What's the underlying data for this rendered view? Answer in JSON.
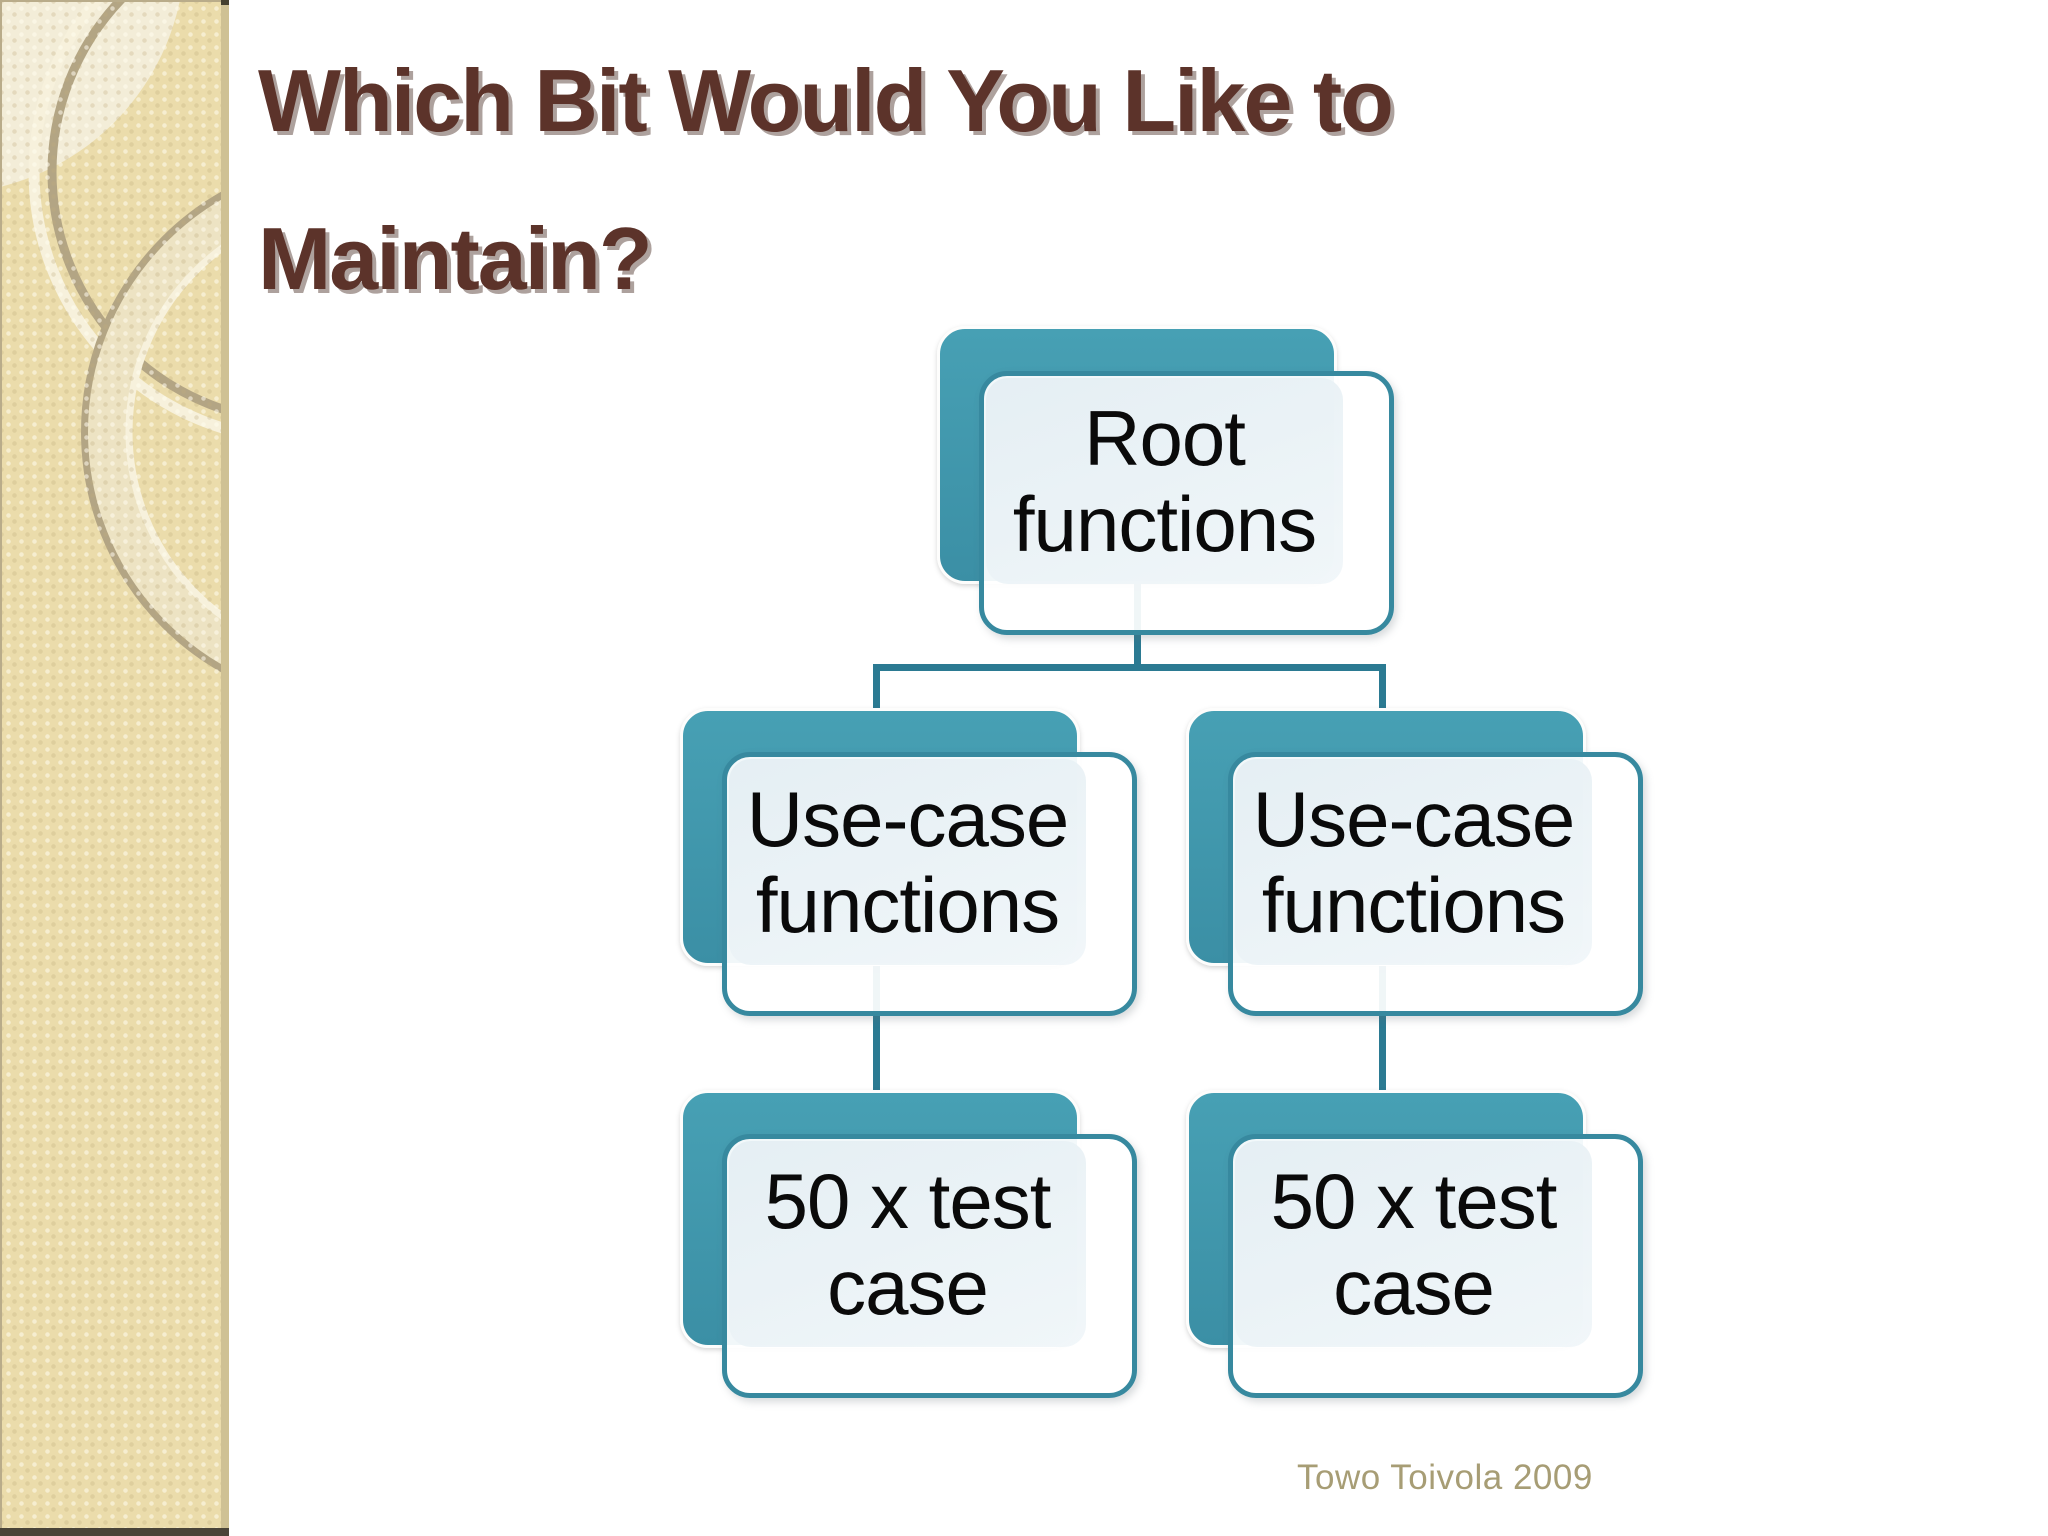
{
  "slide": {
    "title": "Which Bit Would You Like to Maintain?",
    "footer": "Towo Toivola 2009"
  },
  "diagram": {
    "type": "hierarchy",
    "nodes": {
      "root": "Root functions",
      "left_child": "Use-case functions",
      "right_child": "Use-case functions",
      "left_leaf": "50 x test case",
      "right_leaf": "50 x test case"
    },
    "edges": [
      [
        "root",
        "left_child"
      ],
      [
        "root",
        "right_child"
      ],
      [
        "left_child",
        "left_leaf"
      ],
      [
        "right_child",
        "right_leaf"
      ]
    ]
  },
  "colors": {
    "node_accent_teal": "#3E93A9",
    "node_border_teal": "#37899F",
    "connector_teal": "#2B7A92",
    "node_fill_light": "#E9F1F5",
    "title_brown": "#5C332A",
    "footer_tan": "#A79D75",
    "sidebar_tan": "#EBDCAB"
  }
}
